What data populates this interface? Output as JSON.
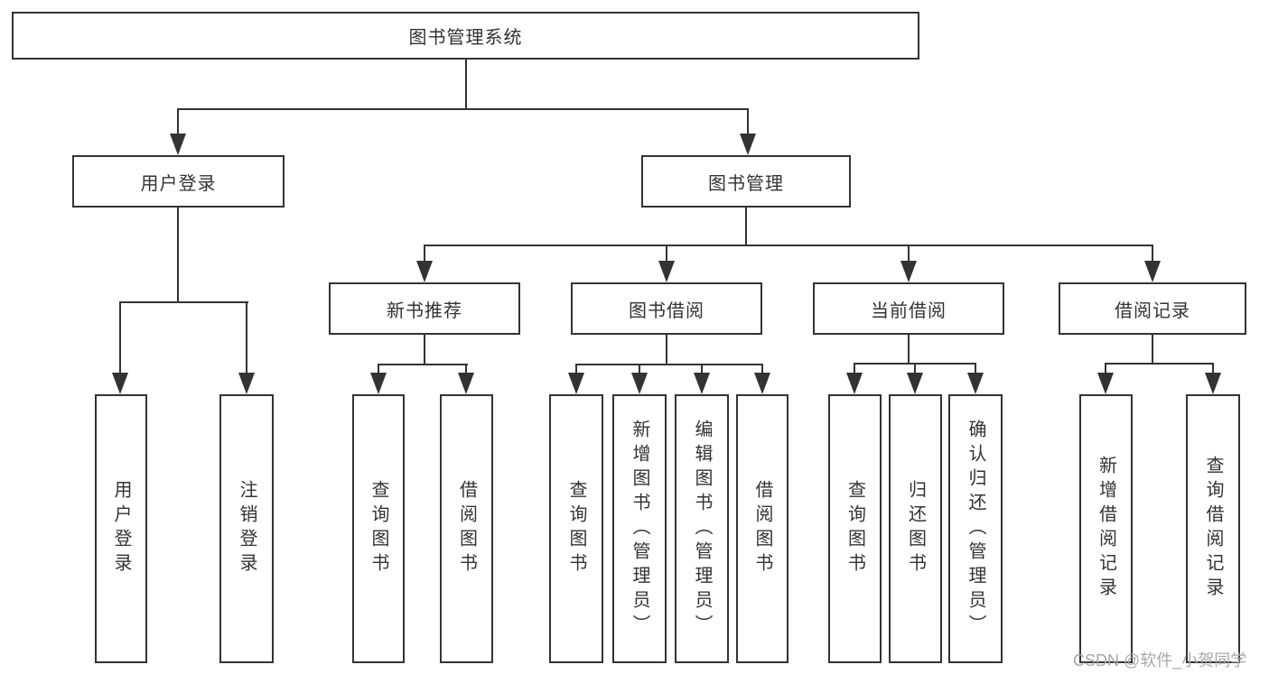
{
  "colors": {
    "line": "#333333",
    "text": "#333333",
    "box_bg": "#ffffff",
    "background": "#ffffff",
    "watermark": "#a8a8a8"
  },
  "watermark": {
    "text": "CSDN @软件_小贺同学"
  },
  "tree": {
    "root": {
      "label": "图书管理系统",
      "children": [
        {
          "label": "用户登录",
          "children": [
            {
              "label": "用户登录"
            },
            {
              "label": "注销登录"
            }
          ]
        },
        {
          "label": "图书管理",
          "children": [
            {
              "label": "新书推荐",
              "children": [
                {
                  "label": "查询图书"
                },
                {
                  "label": "借阅图书"
                }
              ]
            },
            {
              "label": "图书借阅",
              "children": [
                {
                  "label": "查询图书"
                },
                {
                  "label": "新增图书（管理员）"
                },
                {
                  "label": "编辑图书（管理员）"
                },
                {
                  "label": "借阅图书"
                }
              ]
            },
            {
              "label": "当前借阅",
              "children": [
                {
                  "label": "查询图书"
                },
                {
                  "label": "归还图书"
                },
                {
                  "label": "确认归还（管理员）"
                }
              ]
            },
            {
              "label": "借阅记录",
              "children": [
                {
                  "label": "新增借阅记录"
                },
                {
                  "label": "查询借阅记录"
                }
              ]
            }
          ]
        }
      ]
    }
  }
}
